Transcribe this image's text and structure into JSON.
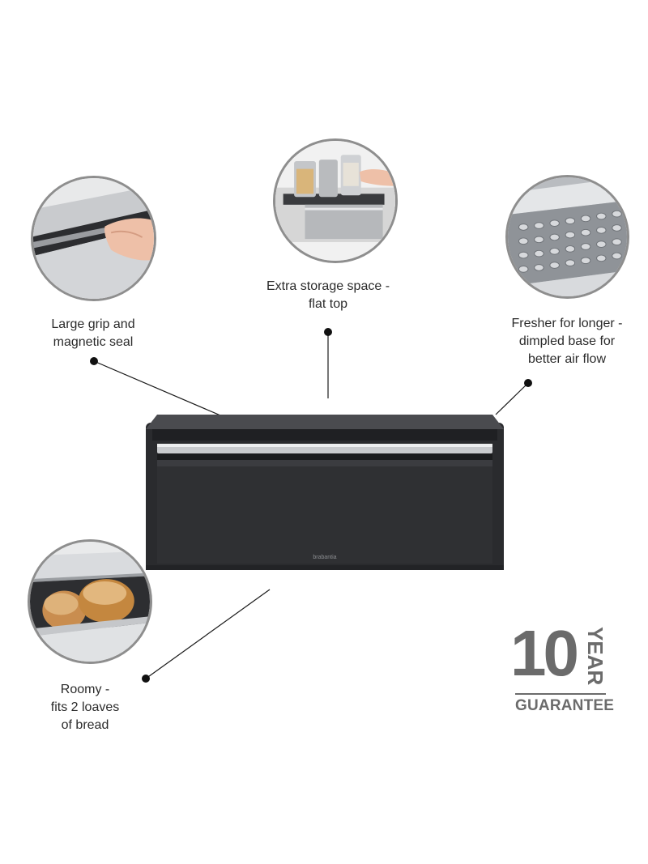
{
  "features": [
    {
      "id": "grip",
      "lines": [
        "Large grip and",
        "magnetic seal"
      ]
    },
    {
      "id": "storage",
      "lines": [
        "Extra storage space -",
        "flat top"
      ]
    },
    {
      "id": "fresh",
      "lines": [
        "Fresher for longer -",
        "dimpled base for",
        "better air flow"
      ]
    },
    {
      "id": "roomy",
      "lines": [
        "Roomy -",
        "fits 2 loaves",
        "of bread"
      ]
    }
  ],
  "product": {
    "brand": "brabantia"
  },
  "guarantee": {
    "number": "10",
    "unit": "YEAR",
    "word": "GUARANTEE"
  },
  "colors": {
    "body": "#2f3033",
    "accent": "#6b6b6b",
    "line": "#1a1a1a"
  }
}
